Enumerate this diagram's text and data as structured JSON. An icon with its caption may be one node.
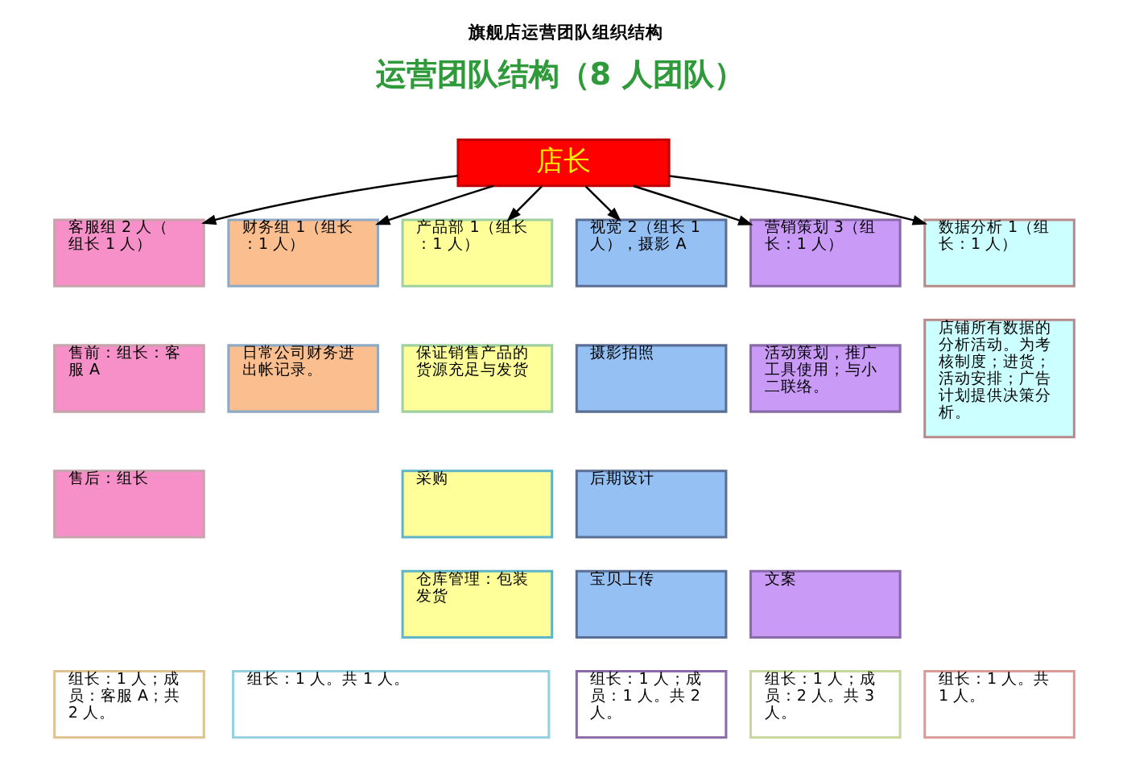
{
  "diagram": {
    "title": "旗舰店运营团队组织结构",
    "nodes": [
      {
        "text": [
          "店长"
        ]
      },
      {
        "text": [
          "客服组 2 人（组长 1 人）"
        ]
      },
      {
        "text": [
          "财务组 1（组长：1 人）"
        ]
      },
      {
        "text": [
          "产品部 1（组长：1 人）"
        ]
      },
      {
        "text": [
          "视觉 2（组长 1 人），摄影 A"
        ]
      },
      {
        "text": [
          "营销策划 3（组长：1 人）"
        ]
      },
      {
        "text": [
          "数据分析 1（组长：1 人）"
        ]
      },
      {
        "text": [
          "售前：组长：客服 A"
        ]
      },
      {
        "text": [
          "日常公司财务进出帐记录。"
        ]
      },
      {
        "text": [
          "保证销售产品的货源充足与发货"
        ]
      },
      {
        "text": [
          "摄影拍照"
        ]
      },
      {
        "text": [
          "活动策划，推广工具使用；与小二联络。"
        ]
      },
      {
        "text": [
          "店铺所有数据的分析活动。为考核制度；进货；活动安排；广告计划提供决策分析。"
        ]
      },
      {
        "text": [
          "售后：组长"
        ]
      },
      {
        "text": [
          "采购"
        ]
      },
      {
        "text": [
          "后期设计"
        ]
      },
      {
        "text": [
          "仓库管理：包装发货"
        ]
      },
      {
        "text": [
          "宝贝上传"
        ]
      },
      {
        "text": [
          "文案"
        ]
      },
      {
        "text": [
          "组长：1 人；成员：客服 A；共 2 人。"
        ]
      },
      {
        "text": [
          "组长：1 人。共 1 人。"
        ]
      },
      {
        "text": [
          "组长：1 人；成员：1 人。共 2 人。"
        ]
      },
      {
        "text": [
          "组长：1 人；成员：2 人。共 3 人。"
        ]
      },
      {
        "text": [
          "组长：1 人。共 1 人。"
        ]
      }
    ],
    "edges": [
      {
        "from": 0,
        "to": 1,
        "arrow": "to"
      },
      {
        "from": 0,
        "to": 2,
        "arrow": "to"
      },
      {
        "from": 0,
        "to": 3,
        "arrow": "to"
      },
      {
        "from": 0,
        "to": 4,
        "arrow": "to"
      },
      {
        "from": 0,
        "to": 5,
        "arrow": "to"
      },
      {
        "from": 0,
        "to": 6,
        "arrow": "to"
      }
    ],
    "labels": [
      "运营团队结构（8 人团队）"
    ]
  }
}
